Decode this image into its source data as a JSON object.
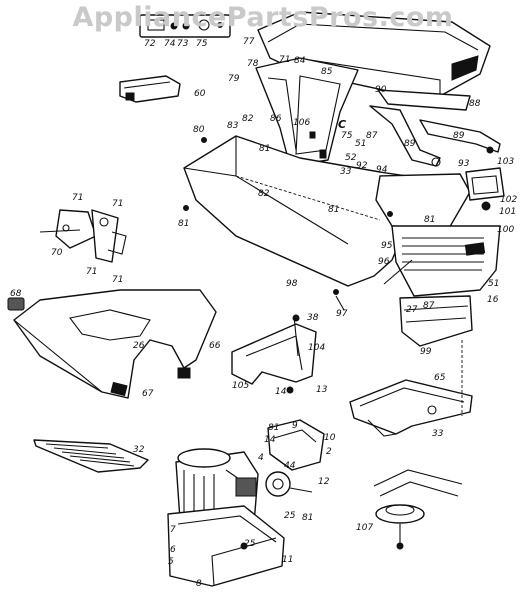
{
  "watermark": "AppliancePartsPros.com",
  "callouts": {
    "c72": "72",
    "c74": "74",
    "c73": "73",
    "c75a": "75",
    "c77": "77",
    "c60": "60",
    "c79": "79",
    "c78": "78",
    "c71a": "71",
    "c84": "84",
    "c85": "85",
    "c90": "90",
    "c88": "88",
    "c80": "80",
    "c83": "83",
    "c82a": "82",
    "c86": "86",
    "c106": "106",
    "c81a": "81",
    "cC": "C",
    "c75b": "75",
    "c51a": "51",
    "c87a": "87",
    "c89a": "89",
    "c89b": "89",
    "c52": "52",
    "c33a": "33",
    "c92": "92",
    "c93": "93",
    "c103": "103",
    "c94": "94",
    "c82b": "82",
    "c81b": "81",
    "c102": "102",
    "c101": "101",
    "c71b": "71",
    "c71c": "71",
    "c81c": "81",
    "c100": "100",
    "c70": "70",
    "c71d": "71",
    "c71e": "71",
    "c81d": "81",
    "c95": "95",
    "c96": "96",
    "c98": "98",
    "c51b": "51",
    "c16": "16",
    "c87b": "87",
    "c27": "27",
    "c68": "68",
    "c97": "97",
    "c99": "99",
    "c38": "38",
    "c26": "26",
    "c66": "66",
    "c104": "104",
    "c105": "105",
    "c14a": "14",
    "c13": "13",
    "c65": "65",
    "c67": "67",
    "c33b": "33",
    "c32": "32",
    "c81e": "81",
    "c14b": "14",
    "c9": "9",
    "c10": "10",
    "c2": "2",
    "c4": "4",
    "c44": "44",
    "c12": "12",
    "c25a": "25",
    "c81f": "81",
    "c107": "107",
    "c7": "7",
    "c6": "6",
    "c5": "5",
    "c8": "8",
    "c25b": "25",
    "c11": "11"
  }
}
